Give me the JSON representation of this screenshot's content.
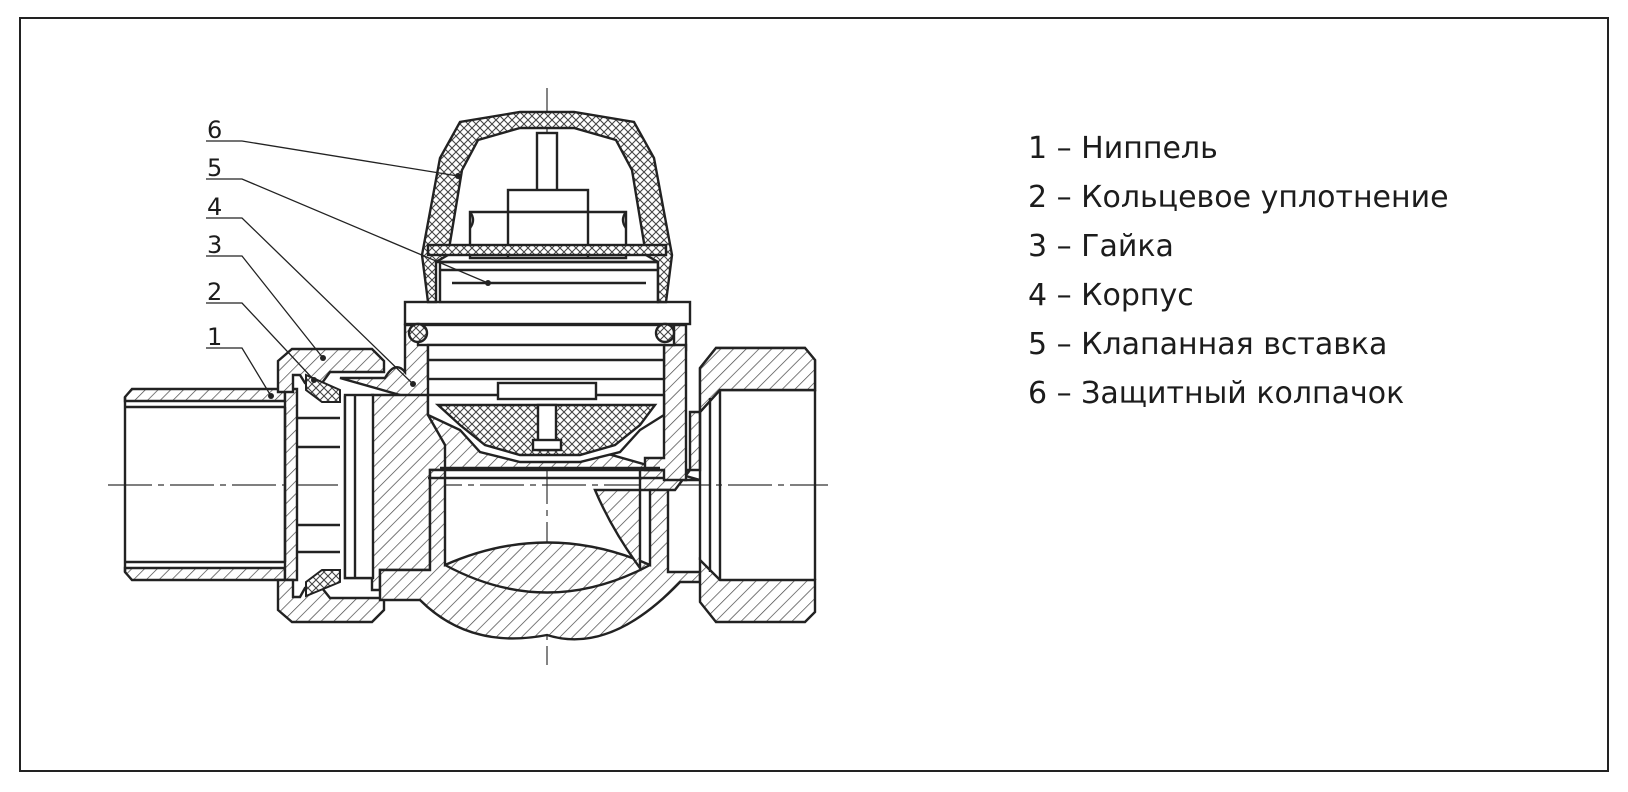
{
  "colors": {
    "line": "#222222",
    "hatch": "#444444",
    "background": "#ffffff"
  },
  "callouts": [
    "6",
    "5",
    "4",
    "3",
    "2",
    "1"
  ],
  "legend": [
    {
      "number": "1",
      "label": "1 – Ниппель"
    },
    {
      "number": "2",
      "label": "2 – Кольцевое уплотнение"
    },
    {
      "number": "3",
      "label": "3 – Гайка"
    },
    {
      "number": "4",
      "label": "4 – Корпус"
    },
    {
      "number": "5",
      "label": "5 – Клапанная вставка"
    },
    {
      "number": "6",
      "label": "6 – Защитный колпачок"
    }
  ]
}
